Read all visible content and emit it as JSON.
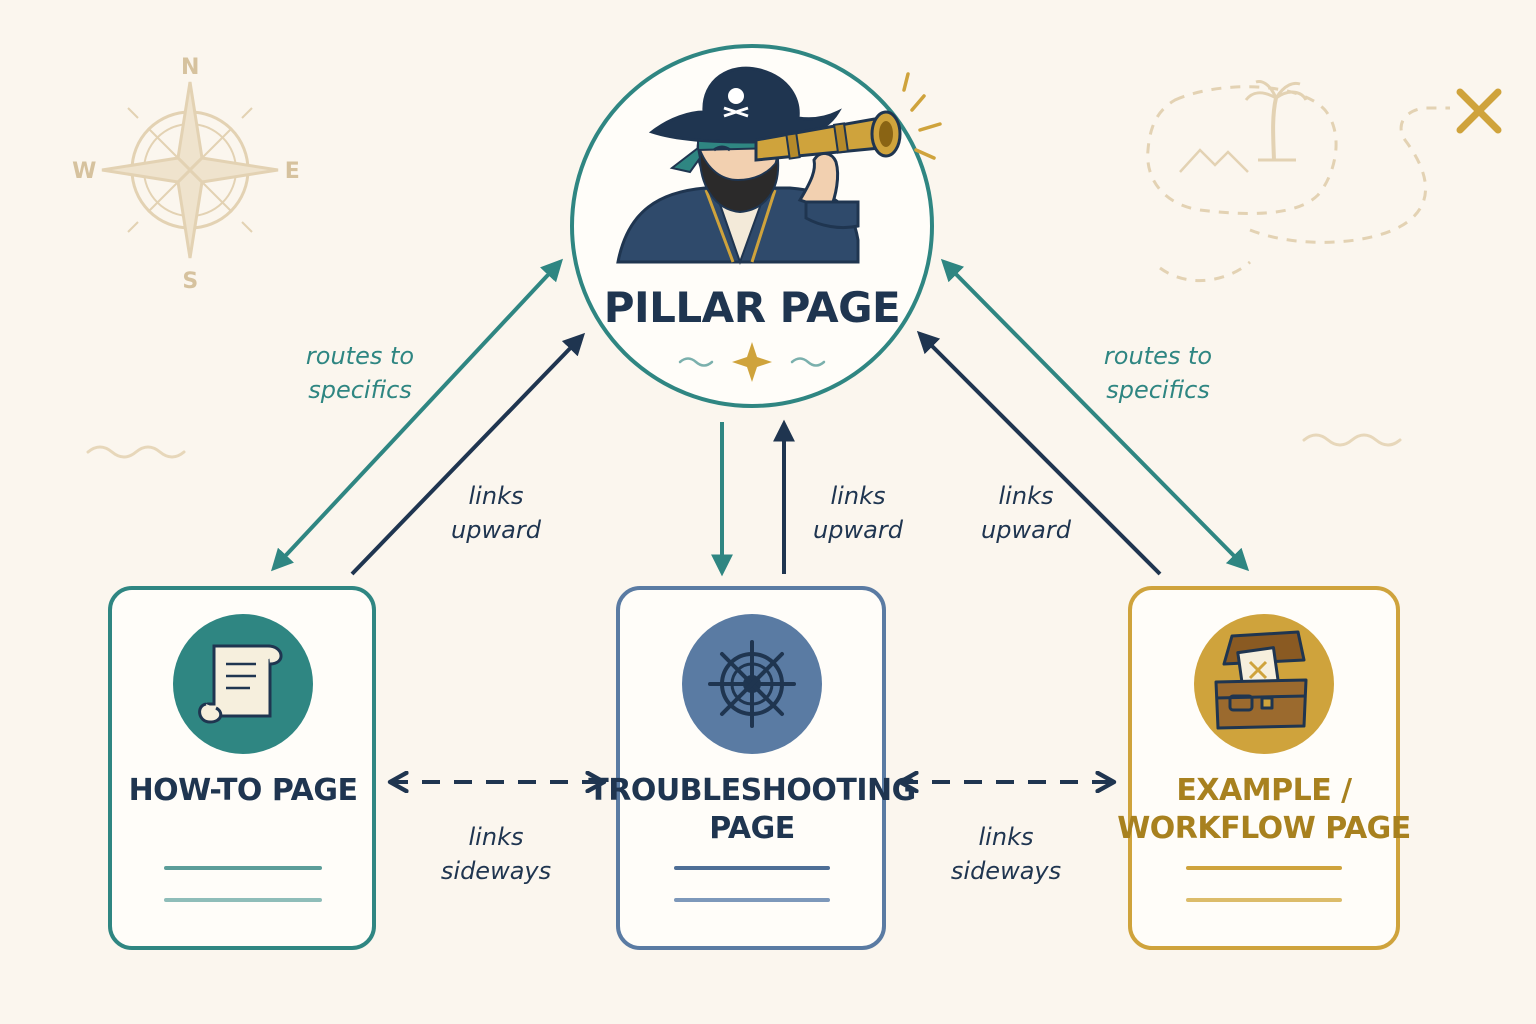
{
  "compass": {
    "n": "N",
    "s": "S",
    "e": "E",
    "w": "W"
  },
  "pillar": {
    "title": "PILLAR PAGE"
  },
  "cards": {
    "howto": {
      "lines": [
        "HOW-TO PAGE"
      ]
    },
    "troubleshooting": {
      "lines": [
        "TROUBLESHOOTING",
        "PAGE"
      ]
    },
    "example": {
      "lines": [
        "EXAMPLE /",
        "WORKFLOW PAGE"
      ]
    }
  },
  "labels": {
    "routes_left": [
      "routes to",
      "specifics"
    ],
    "routes_right": [
      "routes to",
      "specifics"
    ],
    "upward_left": [
      "links",
      "upward"
    ],
    "upward_center": [
      "links",
      "upward"
    ],
    "upward_right": [
      "links",
      "upward"
    ],
    "sideways_left": [
      "links",
      "sideways"
    ],
    "sideways_right": [
      "links",
      "sideways"
    ]
  },
  "colors": {
    "teal": "#2f8682",
    "navy": "#1f3550",
    "steel": "#5a7ba3",
    "gold": "#cfa33c",
    "tan": "#e3d2b3",
    "background": "#fbf6ee"
  }
}
